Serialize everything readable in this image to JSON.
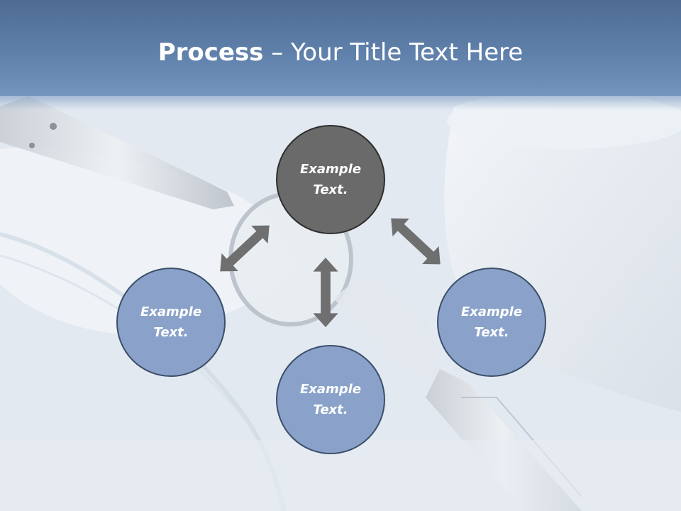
{
  "title": {
    "bold": "Process",
    "rest": " – Your Title Text Here"
  },
  "nodes": {
    "top": "Example\nText.",
    "left": "Example\nText.",
    "right": "Example\nText.",
    "bottom": "Example\nText."
  },
  "colors": {
    "title_band": "#5f80aa",
    "center_node": "#6a6a6a",
    "outer_node": "#8aa2c9",
    "node_border": "#3b4f6a",
    "arrow": "#6f6f6f"
  }
}
